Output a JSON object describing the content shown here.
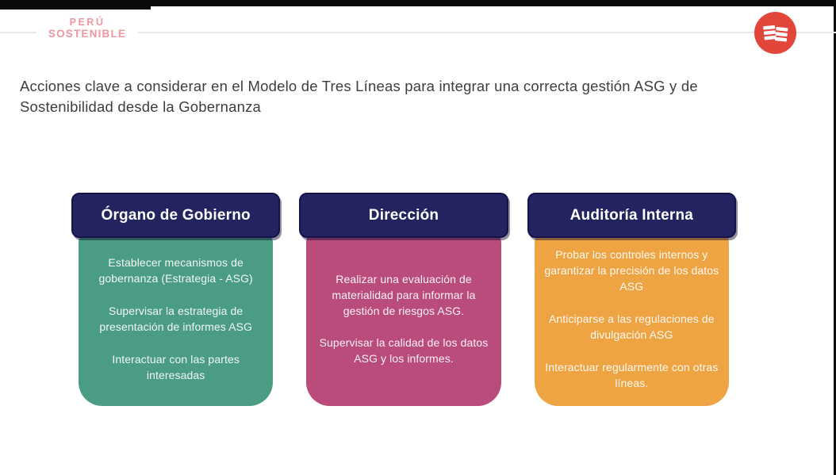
{
  "brand": {
    "logo_line1": "PERÚ",
    "logo_line2": "SOSTENIBLE",
    "logo_color": "#ef96a0",
    "icon": "flag-stripes-icon",
    "icon_bg": "#e2463b"
  },
  "title": "Acciones clave a considerar en el Modelo de Tres Líneas para integrar una correcta gestión ASG y de Sostenibilidad desde la Gobernanza",
  "columns": [
    {
      "header": "Órgano de Gobierno",
      "header_bg": "#23235f",
      "card_bg": "#4b9c84",
      "items": [
        "Establecer mecanismos de gobernanza (Estrategia - ASG)",
        "Supervisar la estrategia de presentación de informes ASG",
        "Interactuar con las partes interesadas"
      ]
    },
    {
      "header": "Dirección",
      "header_bg": "#23235f",
      "card_bg": "#b94b7d",
      "items": [
        "Realizar una evaluación de materialidad para informar la gestión de riesgos ASG.",
        "Supervisar la calidad de los datos ASG y los informes."
      ]
    },
    {
      "header": "Auditoría Interna",
      "header_bg": "#23235f",
      "card_bg": "#efa444",
      "items": [
        "Probar los controles internos y garantizar la precisión de los datos ASG",
        "Anticiparse a las regulaciones de divulgación ASG",
        "Interactuar regularmente con otras líneas."
      ]
    }
  ]
}
